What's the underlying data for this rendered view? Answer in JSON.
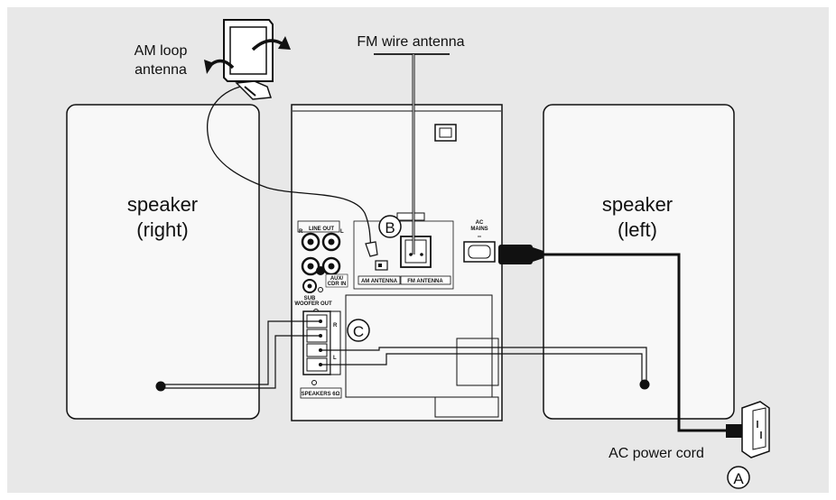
{
  "labels": {
    "am_antenna": [
      "AM loop",
      "antenna"
    ],
    "fm_antenna": "FM wire antenna",
    "speaker_right": [
      "speaker",
      "(right)"
    ],
    "speaker_left": [
      "speaker",
      "(left)"
    ],
    "ac_cord": "AC power cord",
    "marker_a": "A",
    "marker_b": "B",
    "marker_c": "C"
  },
  "panel": {
    "line_out": "LINE OUT",
    "aux_in": [
      "AUX/",
      "CDR IN"
    ],
    "sub_woofer": [
      "SUB",
      "WOOFER OUT"
    ],
    "am_antenna": "AM ANTENNA",
    "fm_antenna": "FM ANTENNA",
    "ac_mains": [
      "AC",
      "MAINS"
    ],
    "speakers": "SPEAKERS 6Ω",
    "channel_r": "R",
    "channel_l": "L",
    "side_r": "R",
    "side_l": "L"
  },
  "colors": {
    "background": "#e8e8e8",
    "panel": "#f8f8f8",
    "line": "#111111"
  }
}
